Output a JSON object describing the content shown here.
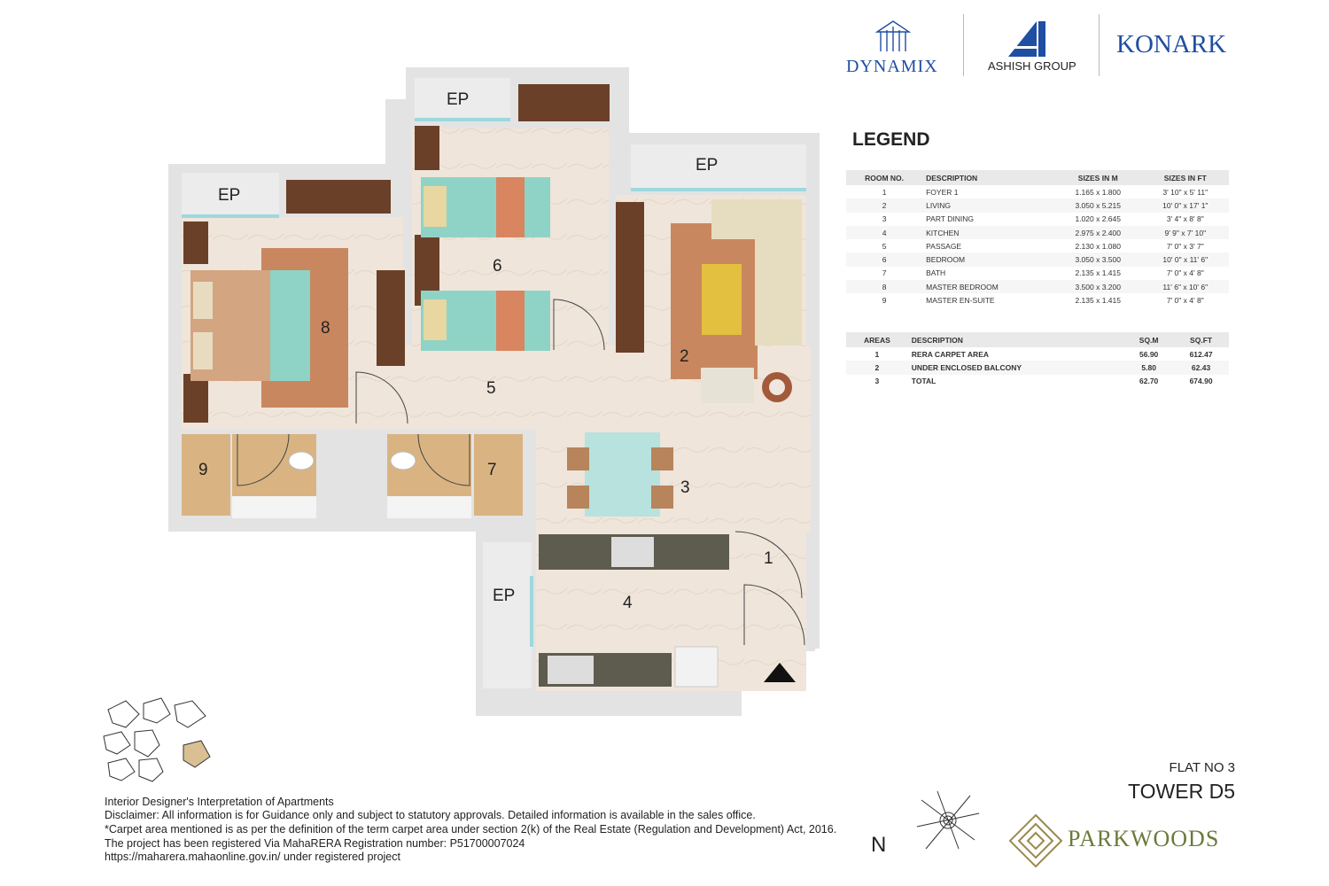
{
  "brands": {
    "dynamix": "DYNAMIX",
    "ashish": "ASHISH GROUP",
    "konark": "KONARK",
    "parkwoods": "PARKWOODS"
  },
  "legend": {
    "title": "LEGEND",
    "rooms_headers": [
      "ROOM NO.",
      "DESCRIPTION",
      "SIZES IN M",
      "SIZES IN FT"
    ],
    "rooms": [
      {
        "no": "1",
        "desc": "FOYER 1",
        "m": "1.165   x   1.800",
        "ft": "3' 10\"  x   5' 11\""
      },
      {
        "no": "2",
        "desc": "LIVING",
        "m": "3.050   x   5.215",
        "ft": "10' 0\"   x  17' 1\""
      },
      {
        "no": "3",
        "desc": "PART DINING",
        "m": "1.020   x   2.645",
        "ft": "3' 4\"   x   8' 8\""
      },
      {
        "no": "4",
        "desc": "KITCHEN",
        "m": "2.975   x   2.400",
        "ft": "9' 9\"   x   7' 10\""
      },
      {
        "no": "5",
        "desc": "PASSAGE",
        "m": "2.130   x   1.080",
        "ft": "7' 0\"   x   3' 7\""
      },
      {
        "no": "6",
        "desc": "BEDROOM",
        "m": "3.050   x   3.500",
        "ft": "10' 0\"   x  11' 6\""
      },
      {
        "no": "7",
        "desc": "BATH",
        "m": "2.135   x   1.415",
        "ft": "7' 0\"   x   4' 8\""
      },
      {
        "no": "8",
        "desc": "MASTER BEDROOM",
        "m": "3.500   x   3.200",
        "ft": "11' 6\"   x  10' 6\""
      },
      {
        "no": "9",
        "desc": "MASTER EN-SUITE",
        "m": "2.135   x   1.415",
        "ft": "7' 0\"   x   4' 8\""
      }
    ],
    "areas_headers": [
      "AREAS",
      "DESCRIPTION",
      "SQ.M",
      "SQ.FT"
    ],
    "areas": [
      {
        "no": "1",
        "desc": "RERA CARPET AREA",
        "sqm": "56.90",
        "sqft": "612.47"
      },
      {
        "no": "2",
        "desc": "UNDER ENCLOSED BALCONY",
        "sqm": "5.80",
        "sqft": "62.43"
      },
      {
        "no": "3",
        "desc": "TOTAL",
        "sqm": "62.70",
        "sqft": "674.90"
      }
    ]
  },
  "plan": {
    "room_numbers": [
      "1",
      "2",
      "3",
      "4",
      "5",
      "6",
      "7",
      "8",
      "9"
    ],
    "ep": "EP"
  },
  "north": "N",
  "flat_no": "FLAT NO 3",
  "tower": "TOWER D5",
  "disclaimer": [
    "Interior Designer's Interpretation of Apartments",
    "Disclaimer: All information is for Guidance only and subject to statutory approvals. Detailed information is available in the sales office.",
    "*Carpet area mentioned is as per the definition of the term carpet area under section 2(k) of the Real Estate (Regulation and Development) Act, 2016.",
    "The project has been registered Via MahaRERA Registration number:  P51700007024",
    "https://maharera.mahaonline.gov.in/ under registered project"
  ],
  "colors": {
    "wall": "#e3e3e3",
    "floor": "#efe4d8",
    "rug": "#c98760",
    "wood": "#6b4028",
    "bedding": "#8fd3c6",
    "brand_blue": "#1f4ea3",
    "parkwoods_green": "#6b7a3a"
  }
}
